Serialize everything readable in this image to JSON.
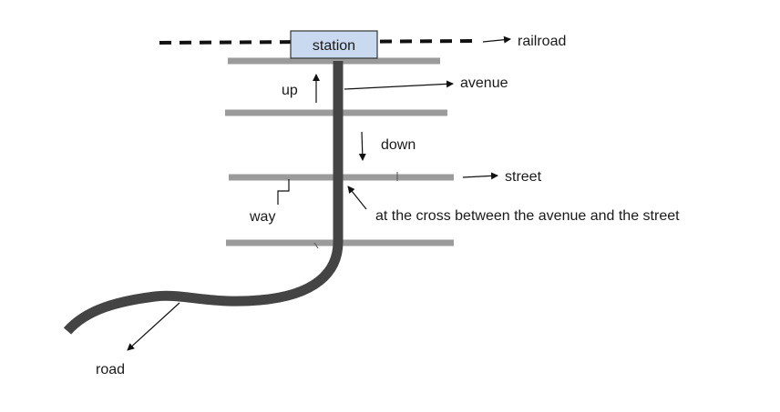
{
  "labels": {
    "station": "station",
    "railroad": "railroad",
    "avenue": "avenue",
    "up": "up",
    "down": "down",
    "street": "street",
    "way": "way",
    "cross": "at the cross between the avenue and the street",
    "road": "road"
  },
  "colors": {
    "background": "#ffffff",
    "railroad": "#111111",
    "street": "#9b9b9b",
    "avenue": "#444444",
    "road": "#444444",
    "station_fill": "#c9daf0",
    "station_stroke": "#333333",
    "arrow": "#111111",
    "text": "#1a1a1a"
  }
}
